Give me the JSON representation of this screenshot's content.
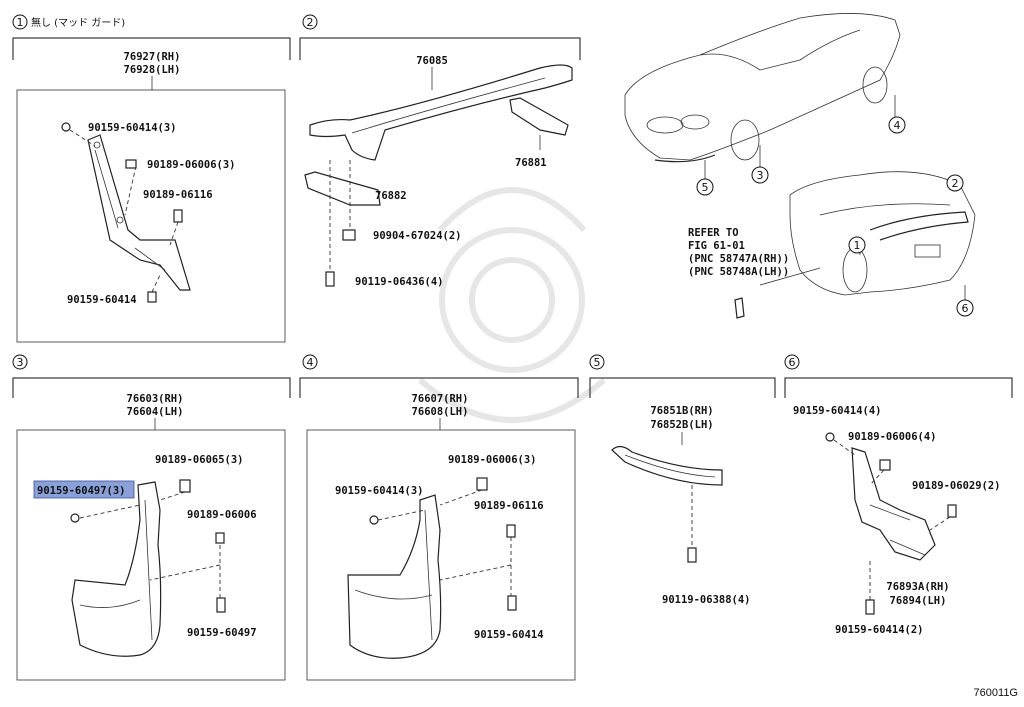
{
  "sections": [
    {
      "no": "1",
      "heading": "無し (マッド ガード)"
    },
    {
      "no": "2",
      "heading": ""
    },
    {
      "no": "3",
      "heading": ""
    },
    {
      "no": "4",
      "heading": ""
    },
    {
      "no": "5",
      "heading": ""
    },
    {
      "no": "6",
      "heading": ""
    }
  ],
  "callouts": [
    "1",
    "2",
    "3",
    "4",
    "5",
    "6"
  ],
  "s1": {
    "title1": "76927(RH)",
    "title2": "76928(LH)",
    "p1": "90159-60414(3)",
    "p2": "90189-06006(3)",
    "p3": "90189-06116",
    "p4": "90159-60414"
  },
  "s2": {
    "title": "76085",
    "p1": "76881",
    "p2": "76882",
    "p3": "90904-67024(2)",
    "p4": "90119-06436(4)"
  },
  "refer": {
    "l1": "REFER TO",
    "l2": "FIG 61-01",
    "l3": "(PNC 58747A(RH))",
    "l4": "(PNC 58748A(LH))"
  },
  "s3": {
    "title1": "76603(RH)",
    "title2": "76604(LH)",
    "p1": "90189-06065(3)",
    "p2": "90159-60497(3)",
    "p3": "90189-06006",
    "p4": "90159-60497"
  },
  "s4": {
    "title1": "76607(RH)",
    "title2": "76608(LH)",
    "p1": "90189-06006(3)",
    "p2": "90159-60414(3)",
    "p3": "90189-06116",
    "p4": "90159-60414"
  },
  "s5": {
    "title1": "76851B(RH)",
    "title2": "76852B(LH)",
    "p1": "90119-06388(4)"
  },
  "s6": {
    "p1": "90159-60414(4)",
    "p2": "90189-06006(4)",
    "p3": "90189-06029(2)",
    "title1": "76893A(RH)",
    "title2": "76894(LH)",
    "p4": "90159-60414(2)"
  },
  "diagram_code": "760011G",
  "highlight_color": "#8aa0d8"
}
